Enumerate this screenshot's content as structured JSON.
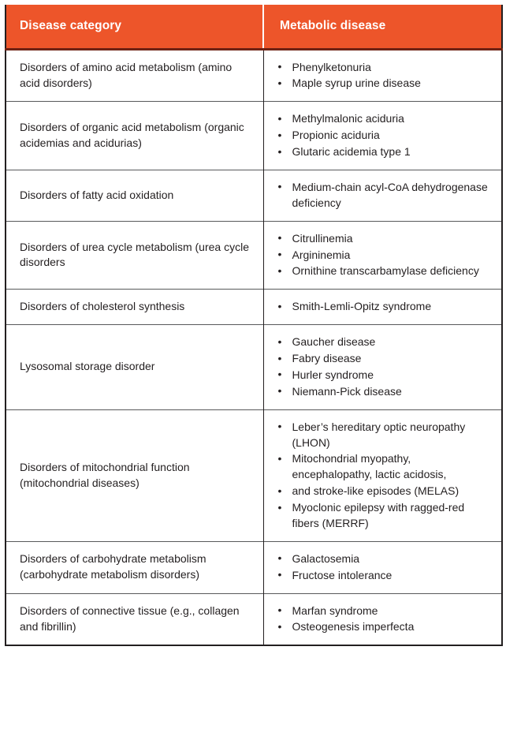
{
  "table": {
    "columns": [
      {
        "key": "category",
        "label": "Disease category"
      },
      {
        "key": "disease",
        "label": "Metabolic disease"
      }
    ],
    "header_bg": "#ED552A",
    "header_text_color": "#FFFFFF",
    "header_rule_color": "#6E2214",
    "border_color": "#231F20",
    "rows": [
      {
        "category": "Disorders of amino acid metabolism (amino acid disorders)",
        "diseases": [
          "Phenylketonuria",
          "Maple syrup urine disease"
        ]
      },
      {
        "category": "Disorders of organic acid metabolism (organic acidemias and acidurias)",
        "diseases": [
          "Methylmalonic aciduria",
          "Propionic aciduria",
          "Glutaric acidemia type 1"
        ]
      },
      {
        "category": "Disorders of fatty acid oxidation",
        "diseases": [
          "Medium-chain acyl-CoA dehydrogenase deficiency"
        ]
      },
      {
        "category": "Disorders of urea cycle metabolism (urea cycle disorders",
        "diseases": [
          "Citrullinemia",
          "Argininemia",
          "Ornithine transcarbamylase deficiency"
        ]
      },
      {
        "category": "Disorders of cholesterol synthesis",
        "diseases": [
          "Smith-Lemli-Opitz syndrome"
        ]
      },
      {
        "category": "Lysosomal storage disorder",
        "diseases": [
          "Gaucher disease",
          "Fabry disease",
          "Hurler syndrome",
          "Niemann-Pick disease"
        ]
      },
      {
        "category": "Disorders of mitochondrial function (mitochondrial diseases)",
        "diseases": [
          "Leber’s hereditary optic neuropathy (LHON)",
          "Mitochondrial myopathy, encephalopathy, lactic acidosis,",
          "and stroke-like episodes (MELAS)",
          "Myoclonic epilepsy with ragged-red fibers (MERRF)"
        ]
      },
      {
        "category": "Disorders of carbohydrate metabolism (carbohydrate metabolism disorders)",
        "diseases": [
          "Galactosemia",
          "Fructose intolerance"
        ]
      },
      {
        "category": "Disorders of connective tissue (e.g., collagen and fibrillin)",
        "diseases": [
          "Marfan syndrome",
          "Osteogenesis imperfecta"
        ]
      }
    ]
  }
}
